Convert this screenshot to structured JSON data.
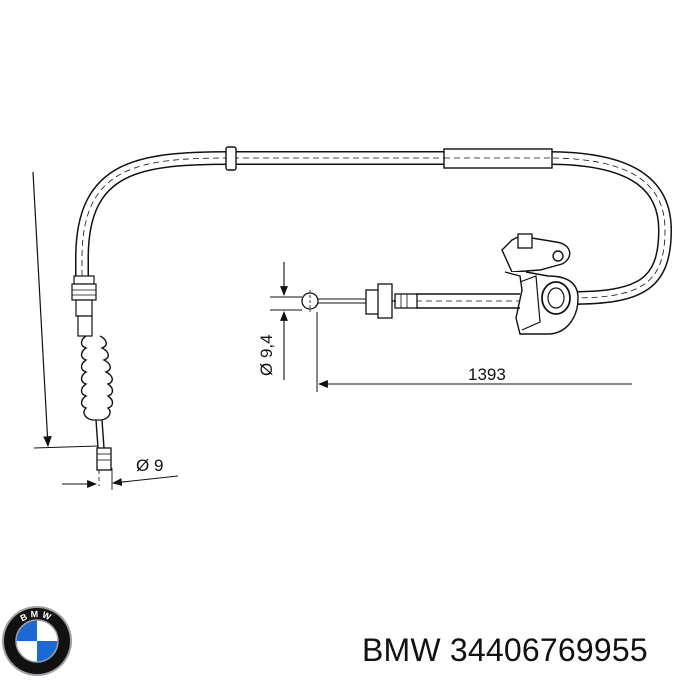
{
  "diagram": {
    "dimensions": {
      "length": "1393",
      "outer_diameter": "Ø 9,4",
      "end_diameter": "Ø 9"
    }
  },
  "caption": {
    "brand": "BMW",
    "part_number": "34406769955"
  },
  "logo": {
    "name": "bmw-roundel",
    "letters": "BMW",
    "colors": {
      "blue": "#1c69d4",
      "white": "#ffffff",
      "black": "#111111",
      "ring": "#9aa0a6"
    }
  }
}
